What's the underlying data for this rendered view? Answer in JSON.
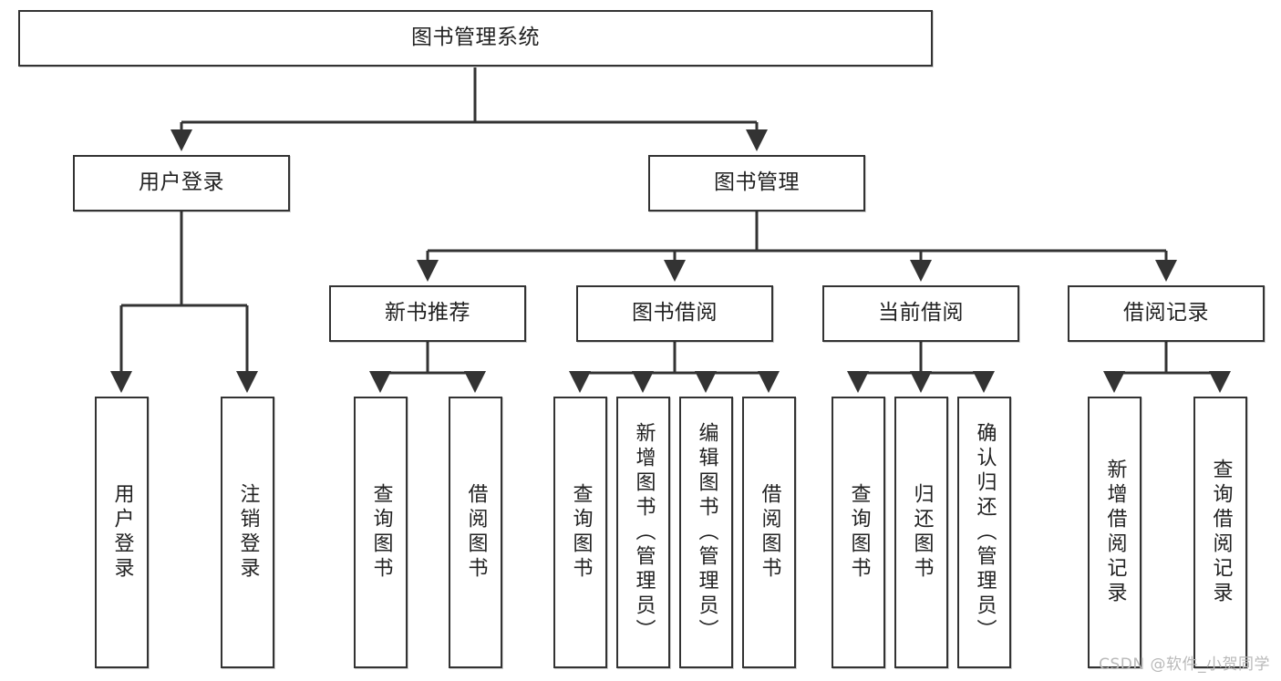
{
  "diagram": {
    "type": "tree-hierarchy",
    "title": "图书管理系统",
    "root": {
      "label": "图书管理系统"
    },
    "level1": [
      {
        "label": "用户登录"
      },
      {
        "label": "图书管理"
      }
    ],
    "level2": [
      {
        "label": "新书推荐"
      },
      {
        "label": "图书借阅"
      },
      {
        "label": "当前借阅"
      },
      {
        "label": "借阅记录"
      }
    ],
    "leaves": {
      "user_login": [
        {
          "label": "用户登录"
        },
        {
          "label": "注销登录"
        }
      ],
      "new_book_recommend": [
        {
          "label": "查询图书"
        },
        {
          "label": "借阅图书"
        }
      ],
      "book_borrow": [
        {
          "label": "查询图书"
        },
        {
          "label": "新增图书（管理员）"
        },
        {
          "label": "编辑图书（管理员）"
        },
        {
          "label": "借阅图书"
        }
      ],
      "current_borrow": [
        {
          "label": "查询图书"
        },
        {
          "label": "归还图书"
        },
        {
          "label": "确认归还（管理员）"
        }
      ],
      "borrow_record": [
        {
          "label": "新增借阅记录"
        },
        {
          "label": "查询借阅记录"
        }
      ]
    }
  },
  "watermark": {
    "text": "CSDN @软件_小贺同学"
  },
  "colors": {
    "stroke": "#333333",
    "background": "#ffffff",
    "text": "#222222",
    "watermark": "#b9b9b9"
  }
}
